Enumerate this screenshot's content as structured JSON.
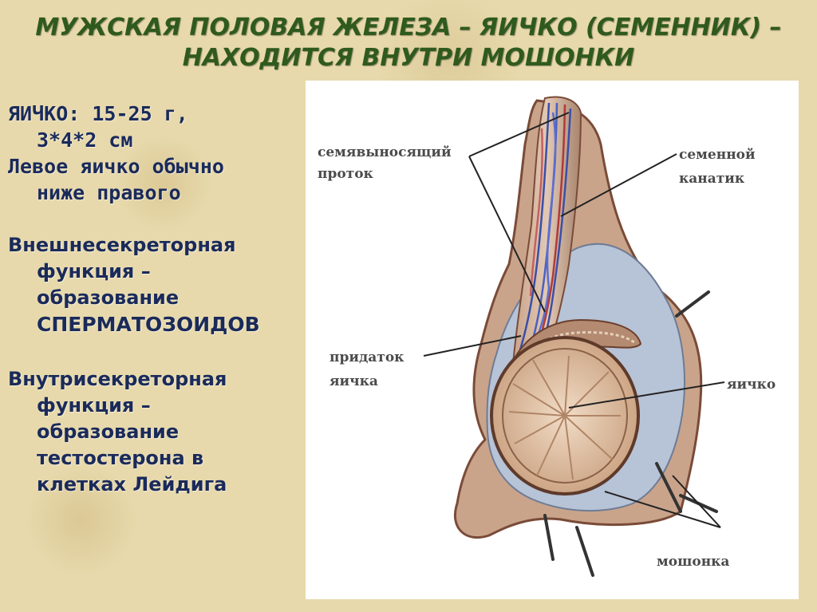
{
  "title": {
    "line1": "МУЖСКАЯ ПОЛОВАЯ ЖЕЛЕЗА – ЯИЧКО (СЕМЕННИК) –",
    "line2": "НАХОДИТСЯ ВНУТРИ МОШОНКИ"
  },
  "text": {
    "size_label": "ЯИЧКО: 15-25 г,",
    "size_dims": "3*4*2 см",
    "left_line1": "Левое яичко обычно",
    "left_line2": "ниже правого",
    "exo_1": "Внешнесекреторная",
    "exo_2": "функция –",
    "exo_3": "образование",
    "exo_4": "СПЕРМАТОЗОИДОВ",
    "endo_1": "Внутрисекреторная",
    "endo_2": "функция –",
    "endo_3": "образование",
    "endo_4": "тестостерона в",
    "endo_5": "клетках Лейдига"
  },
  "diagram": {
    "labels": {
      "vas_deferens_1": "семявыносящий",
      "vas_deferens_2": "проток",
      "spermatic_cord_1": "семенной",
      "spermatic_cord_2": "канатик",
      "epididymis_1": "придаток",
      "epididymis_2": "яичка",
      "testis": "яичко",
      "scrotum": "мошонка"
    }
  },
  "colors": {
    "title": "#2f5a1e",
    "body_text": "#1a2a5a",
    "background": "#e7d9ab",
    "tissue": "#c9a48b",
    "tissue_dark": "#8a5a45",
    "membrane": "#aab8cf",
    "testis": "#e8c9ae",
    "vessel_blue": "#3a4fa8",
    "vessel_red": "#b03a3a"
  }
}
